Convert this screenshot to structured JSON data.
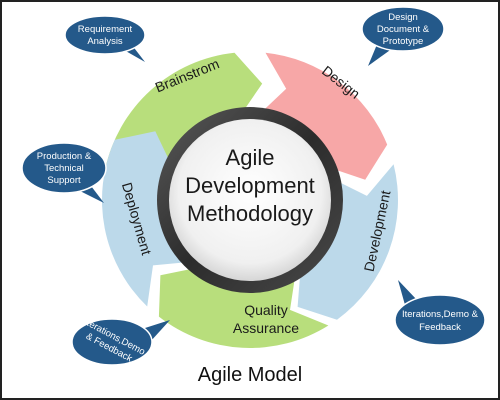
{
  "center": {
    "line1": "Agile",
    "line2": "Development",
    "line3": "Methodology"
  },
  "stages": [
    {
      "label": "Brainstrom",
      "color": "#b8de7c"
    },
    {
      "label": "Design",
      "color": "#f7a7a7"
    },
    {
      "label": "Development",
      "color": "#bcd9ea"
    },
    {
      "label": "Quality",
      "label2": "Assurance",
      "color": "#b8de7c"
    },
    {
      "label": "Deployment",
      "color": "#bcd9ea"
    }
  ],
  "bubbles": {
    "requirement": [
      "Requirement",
      "Analysis"
    ],
    "design": [
      "Design",
      "Document &",
      "Prototype"
    ],
    "production": [
      "Production &",
      "Technical",
      "Support"
    ],
    "iterations_right": [
      "Iterations,Demo &",
      "Feedback"
    ],
    "iterations_left": [
      "Iterations,Demo",
      "& Feedback"
    ]
  },
  "footer_title": "Agile Model",
  "colors": {
    "bubble": "#24598a",
    "ring": "#3a3a3a",
    "center_fill": "#f2f2f2"
  }
}
